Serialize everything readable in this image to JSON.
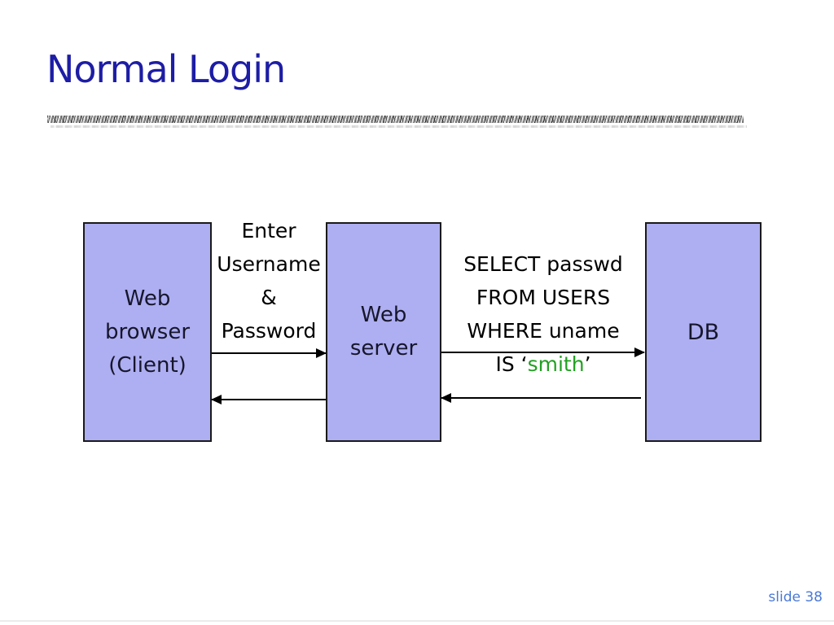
{
  "slide": {
    "title": "Normal Login",
    "slide_number": "slide 38"
  },
  "diagram": {
    "boxes": [
      {
        "id": "web-browser",
        "label": "Web\nbrowser\n(Client)"
      },
      {
        "id": "web-server",
        "label": "Web\nserver"
      },
      {
        "id": "db",
        "label": "DB"
      }
    ],
    "flow_labels": {
      "client_to_server": "Enter\nUsername\n&\nPassword",
      "query_lines": "SELECT passwd\nFROM USERS\nWHERE uname",
      "query_is_prefix": "IS ‘",
      "query_username": "smith",
      "query_suffix": "’"
    },
    "arrows": [
      {
        "id": "client-to-server",
        "direction": "right"
      },
      {
        "id": "server-to-client",
        "direction": "left"
      },
      {
        "id": "server-to-db",
        "direction": "right"
      },
      {
        "id": "db-to-server",
        "direction": "left"
      }
    ],
    "colors": {
      "box_fill": "#aeaef2",
      "box_border": "#1a1a1a",
      "title_navy": "#1d1da5",
      "username_green": "#22a022",
      "slide_number_blue": "#4a79d6",
      "arrow_black": "#000000"
    }
  }
}
